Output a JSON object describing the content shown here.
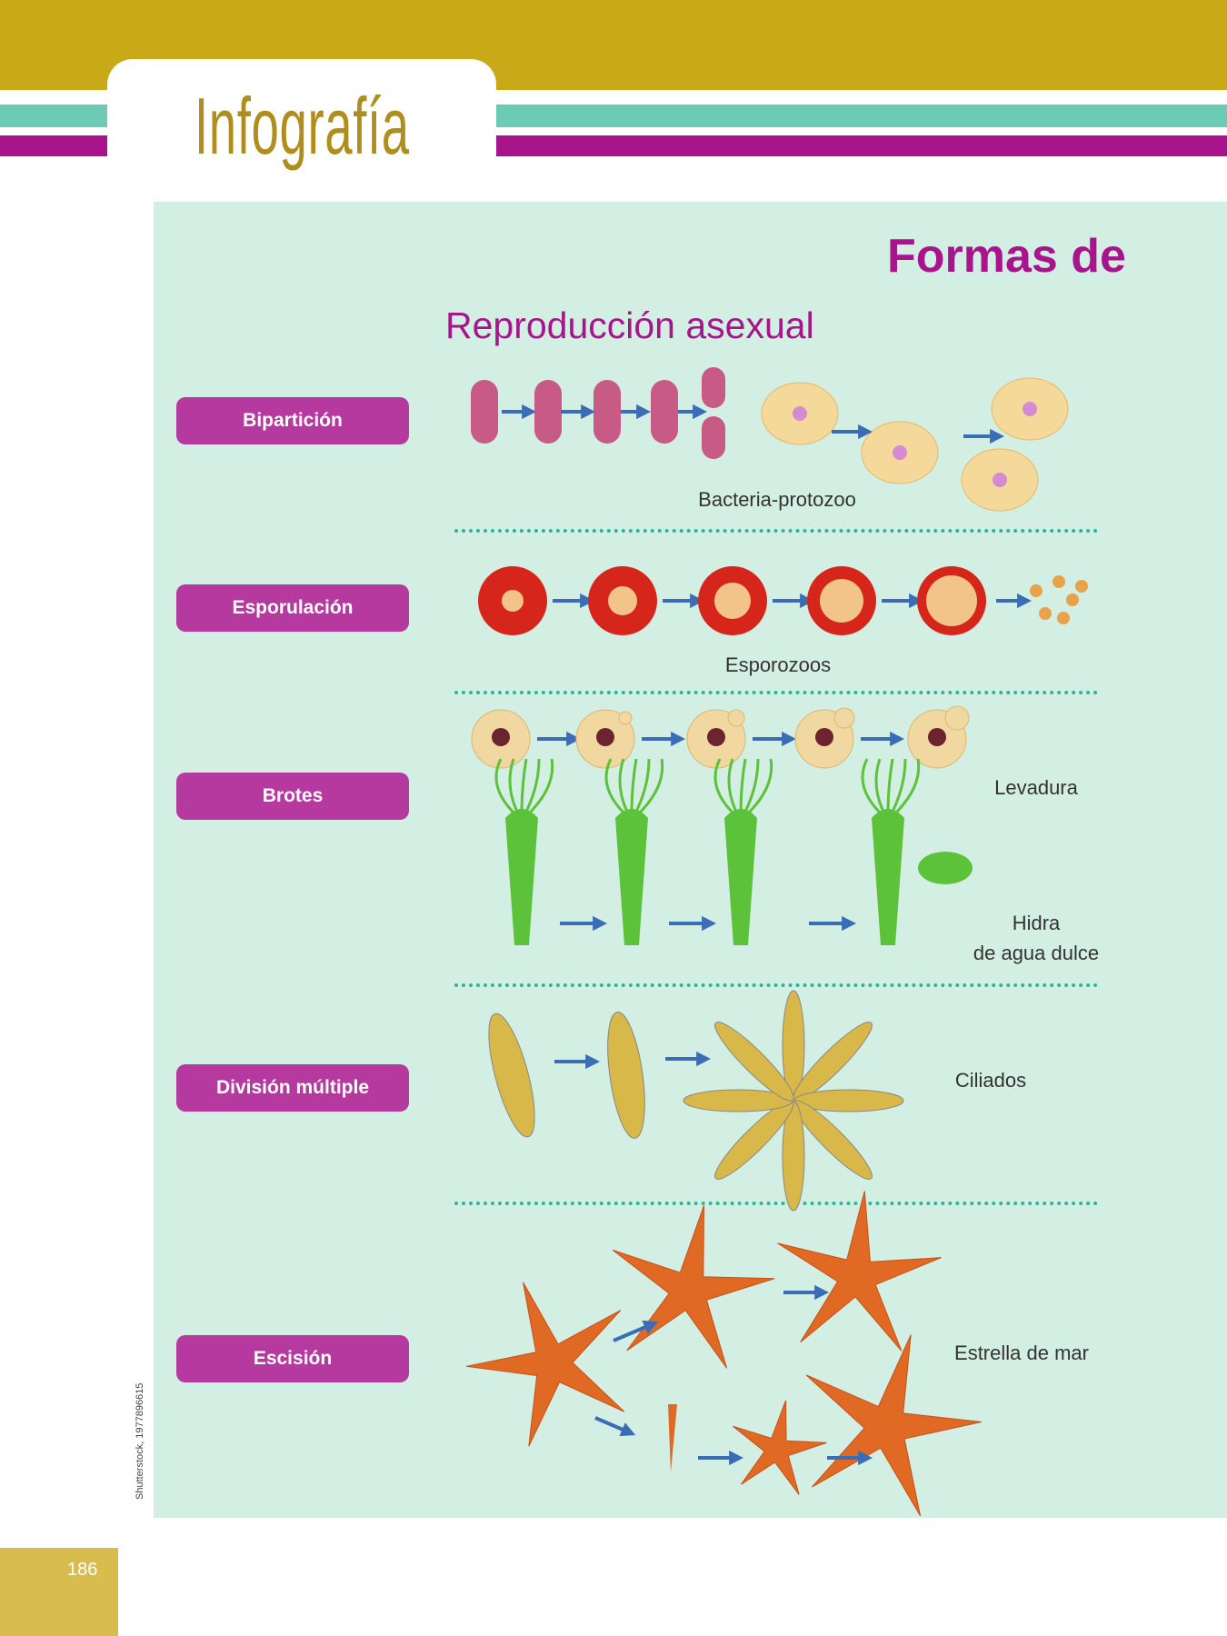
{
  "header": {
    "section_title": "Infografía"
  },
  "main": {
    "title": "Formas de",
    "subtitle": "Reproducción asexual",
    "rows": [
      {
        "label": "Bipartición",
        "captions": [
          "Bacteria-protozoo"
        ]
      },
      {
        "label": "Esporulación",
        "captions": [
          "Esporozoos"
        ]
      },
      {
        "label": "Brotes",
        "captions": [
          "Levadura",
          "Hidra",
          "de agua dulce"
        ]
      },
      {
        "label": "División múltiple",
        "captions": [
          "Ciliados"
        ]
      },
      {
        "label": "Escisión",
        "captions": [
          "Estrella de mar"
        ]
      }
    ]
  },
  "footer": {
    "credit": "Shutterstock, 1977896615",
    "page_number": "186"
  },
  "colors": {
    "gold": "#c9a918",
    "teal": "#6bcbb4",
    "magenta": "#a8148c",
    "pill": "#b5399f",
    "panel": "#d3efe4",
    "arrow": "#3a6db5"
  }
}
